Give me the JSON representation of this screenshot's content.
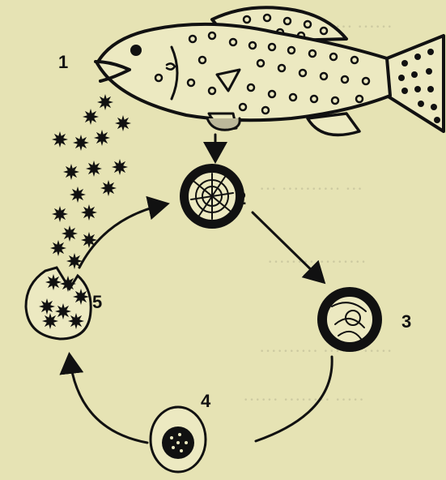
{
  "diagram": {
    "stages": [
      {
        "number": "1",
        "subject": "fish"
      },
      {
        "number": "2",
        "subject": "cyst"
      },
      {
        "number": "3",
        "subject": "cyst"
      },
      {
        "number": "4",
        "subject": "cyst"
      },
      {
        "number": "5",
        "subject": "cyst releasing parasites"
      }
    ]
  },
  "colors": {
    "background": "#e6e3b4",
    "ink": "#111111",
    "bleed_text": "#9e9b7e"
  }
}
